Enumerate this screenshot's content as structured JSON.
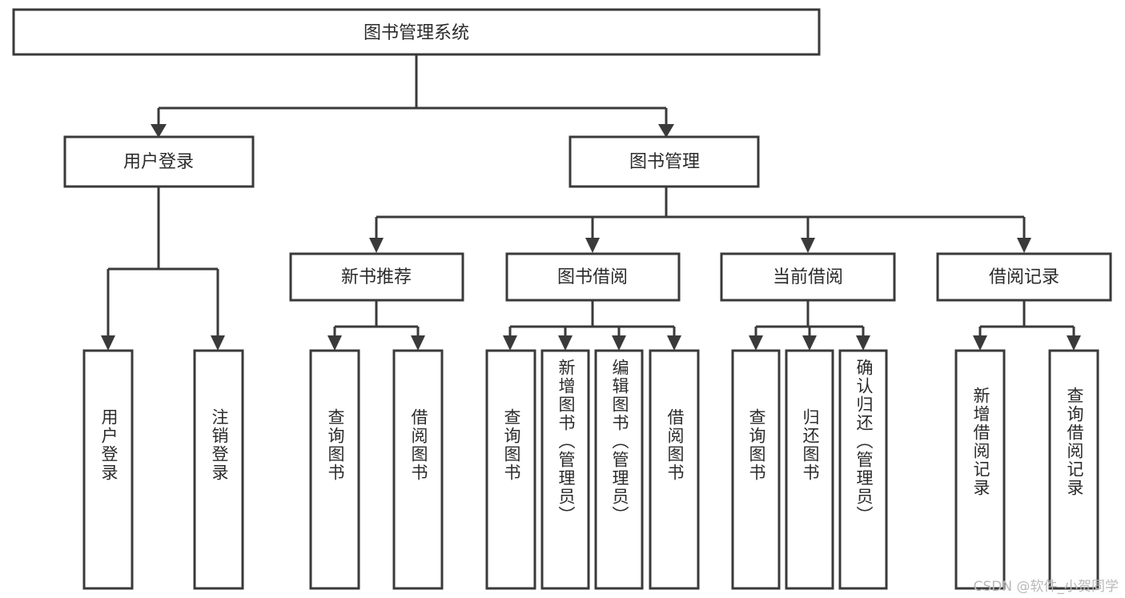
{
  "diagram": {
    "title": "图书管理系统",
    "type": "tree",
    "orientation": "top-down",
    "colors": {
      "box_stroke": "#3a3a3a",
      "box_fill": "#ffffff",
      "text": "#2b2b2b",
      "connector": "#3a3a3a",
      "background": "#ffffff",
      "watermark": "#b9b9b9"
    },
    "root": {
      "id": "root",
      "label": "图书管理系统"
    },
    "level2": [
      {
        "id": "user-login",
        "label": "用户登录"
      },
      {
        "id": "book-manage",
        "label": "图书管理"
      }
    ],
    "level3": [
      {
        "id": "new-book-recommend",
        "label": "新书推荐",
        "parent": "book-manage"
      },
      {
        "id": "book-borrow",
        "label": "图书借阅",
        "parent": "book-manage"
      },
      {
        "id": "current-borrow",
        "label": "当前借阅",
        "parent": "book-manage"
      },
      {
        "id": "borrow-record",
        "label": "借阅记录",
        "parent": "book-manage"
      }
    ],
    "leaves": [
      {
        "id": "leaf-user-login",
        "label": "用户登录",
        "parent": "user-login"
      },
      {
        "id": "leaf-user-logout",
        "label": "注销登录",
        "parent": "user-login"
      },
      {
        "id": "leaf-query-book-1",
        "label": "查询图书",
        "parent": "new-book-recommend"
      },
      {
        "id": "leaf-borrow-book-1",
        "label": "借阅图书",
        "parent": "new-book-recommend"
      },
      {
        "id": "leaf-query-book-2",
        "label": "查询图书",
        "parent": "book-borrow"
      },
      {
        "id": "leaf-add-book",
        "label": "新增图书（管理员）",
        "parent": "book-borrow"
      },
      {
        "id": "leaf-edit-book",
        "label": "编辑图书（管理员）",
        "parent": "book-borrow"
      },
      {
        "id": "leaf-borrow-book-2",
        "label": "借阅图书",
        "parent": "book-borrow"
      },
      {
        "id": "leaf-query-book-3",
        "label": "查询图书",
        "parent": "current-borrow"
      },
      {
        "id": "leaf-return-book",
        "label": "归还图书",
        "parent": "current-borrow"
      },
      {
        "id": "leaf-confirm-return",
        "label": "确认归还（管理员）",
        "parent": "current-borrow"
      },
      {
        "id": "leaf-add-record",
        "label": "新增借阅记录",
        "parent": "borrow-record"
      },
      {
        "id": "leaf-query-record",
        "label": "查询借阅记录",
        "parent": "borrow-record"
      }
    ]
  },
  "watermark": {
    "text": "CSDN @软件_小贺同学"
  }
}
